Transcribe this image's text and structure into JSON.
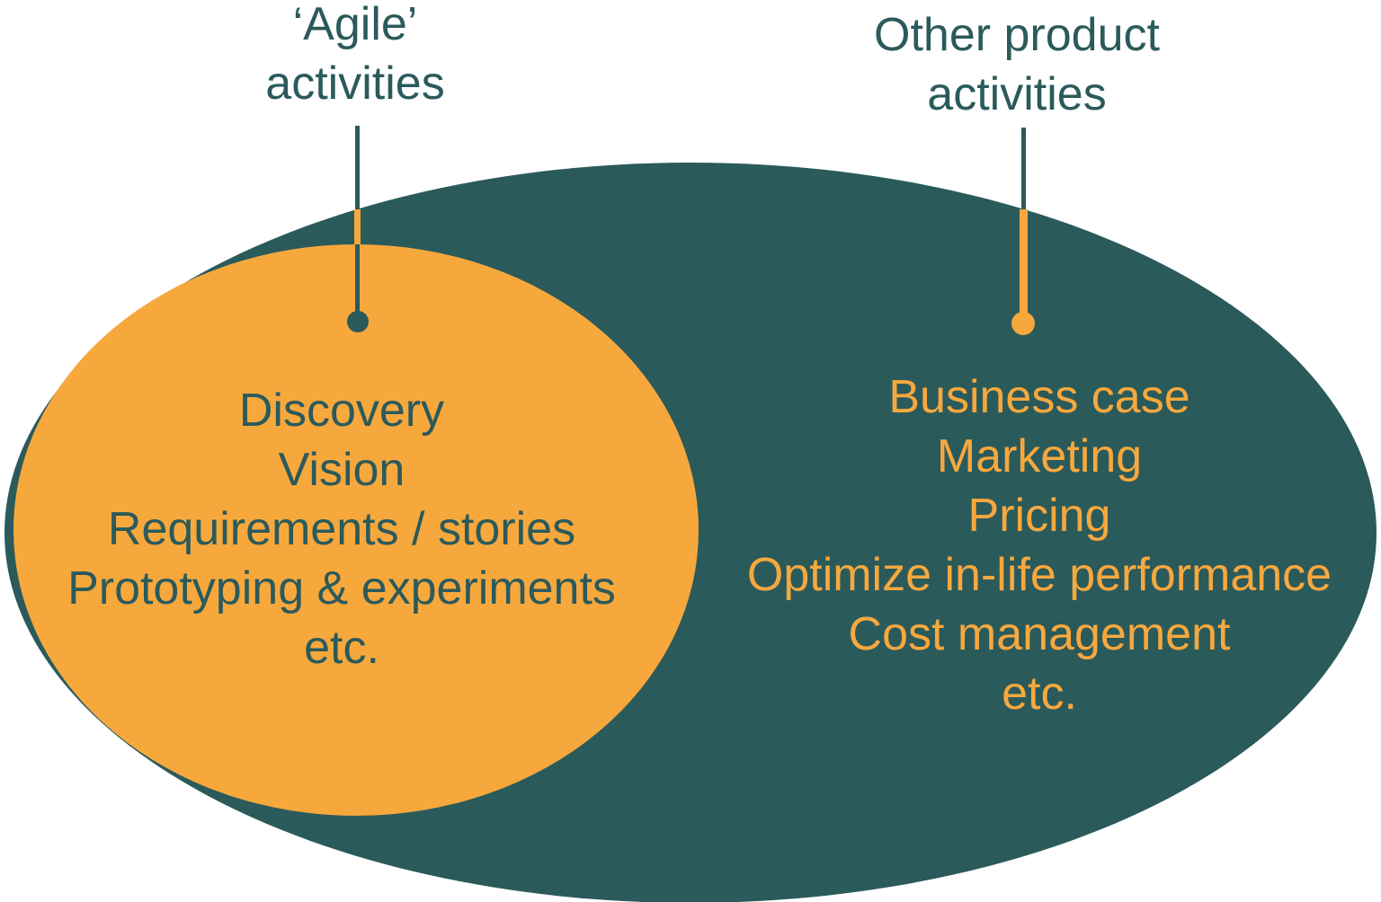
{
  "colors": {
    "teal": "#2B5A5B",
    "orange": "#F7A83D",
    "background": "#FFFFFF"
  },
  "labels": {
    "agile": {
      "line1": "‘Agile’",
      "line2": "activities"
    },
    "other": {
      "line1": "Other product",
      "line2": "activities"
    }
  },
  "agile_circle": {
    "items": [
      "Discovery",
      "Vision",
      "Requirements / stories",
      "Prototyping & experiments",
      "etc."
    ]
  },
  "other_region": {
    "items": [
      "Business case",
      "Marketing",
      "Pricing",
      "Optimize in-life performance",
      "Cost management",
      "etc."
    ]
  }
}
